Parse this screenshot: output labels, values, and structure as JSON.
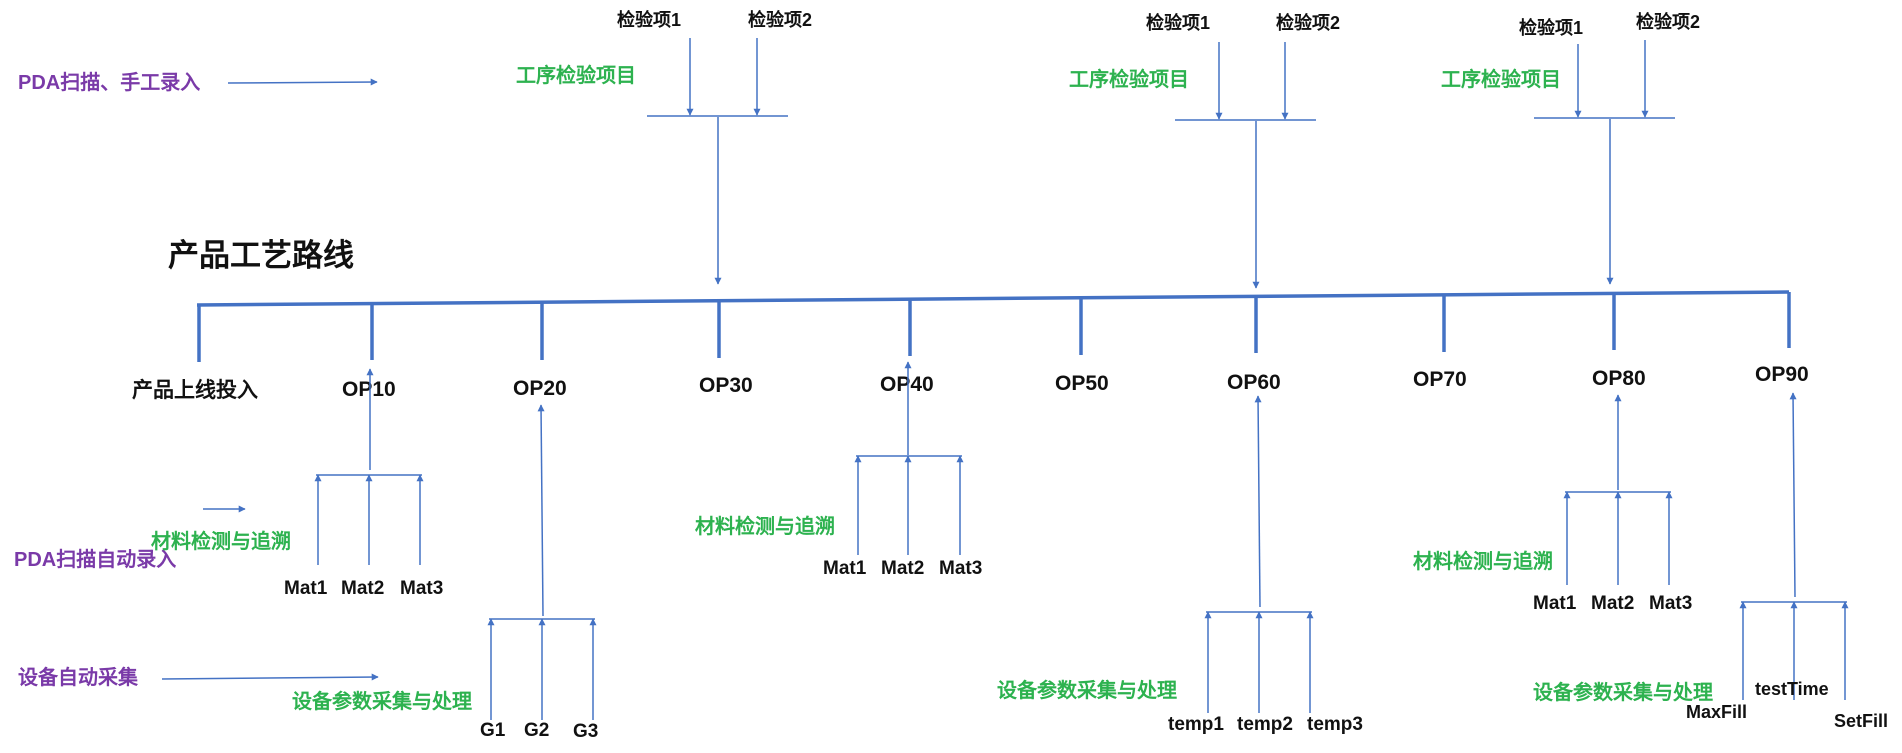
{
  "title": "产品工艺路线",
  "legend": {
    "manual": "PDA扫描、手工录入",
    "pda_auto": "PDA扫描自动录入",
    "equipment_auto": "设备自动采集"
  },
  "colors": {
    "line": "#4472c4",
    "text": "#111111",
    "green_label": "#2db24f",
    "purple_label": "#7a3aa8"
  },
  "stations": [
    "产品上线投入",
    "OP10",
    "OP20",
    "OP30",
    "OP40",
    "OP50",
    "OP60",
    "OP70",
    "OP80",
    "OP90"
  ],
  "inspection_groups": [
    {
      "station": "OP30",
      "label": "工序检验项目",
      "items": [
        "检验项1",
        "检验项2"
      ]
    },
    {
      "station": "OP60",
      "label": "工序检验项目",
      "items": [
        "检验项1",
        "检验项2"
      ]
    },
    {
      "station": "OP80",
      "label": "工序检验项目",
      "items": [
        "检验项1",
        "检验项2"
      ]
    }
  ],
  "material_groups": [
    {
      "station": "OP10",
      "label": "材料检测与追溯",
      "items": [
        "Mat1",
        "Mat2",
        "Mat3"
      ]
    },
    {
      "station": "OP40",
      "label": "材料检测与追溯",
      "items": [
        "Mat1",
        "Mat2",
        "Mat3"
      ]
    },
    {
      "station": "OP80",
      "label": "材料检测与追溯",
      "items": [
        "Mat1",
        "Mat2",
        "Mat3"
      ]
    }
  ],
  "equipment_groups": [
    {
      "station": "OP20",
      "label": "设备参数采集与处理",
      "items": [
        "G1",
        "G2",
        "G3"
      ]
    },
    {
      "station": "OP60",
      "label": "设备参数采集与处理",
      "items": [
        "temp1",
        "temp2",
        "temp3"
      ]
    },
    {
      "station": "OP90",
      "label": "设备参数采集与处理",
      "items": [
        "MaxFill",
        "testTime",
        "SetFill"
      ]
    }
  ]
}
